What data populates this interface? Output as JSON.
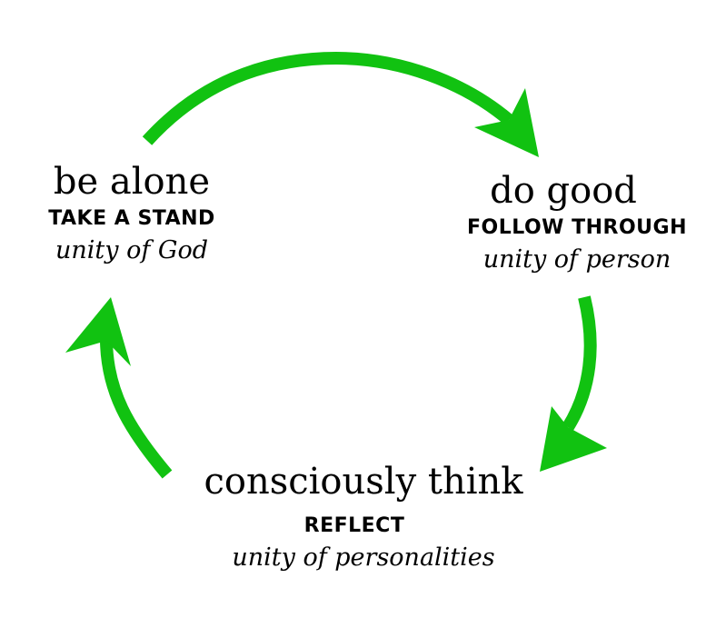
{
  "diagram": {
    "arrow_color": "#11c211",
    "text_color": "#000000",
    "background": "#ffffff",
    "nodes": [
      {
        "id": "be-alone",
        "main": "be alone",
        "action": "TAKE A STAND",
        "unity": "unity of God"
      },
      {
        "id": "do-good",
        "main": "do good",
        "action": "FOLLOW THROUGH",
        "unity": "unity of person"
      },
      {
        "id": "consciously-think",
        "main": "consciously think",
        "action": "REFLECT",
        "unity": "unity of personalities"
      }
    ],
    "edges": [
      {
        "from": "be-alone",
        "to": "do-good"
      },
      {
        "from": "do-good",
        "to": "consciously-think"
      },
      {
        "from": "consciously-think",
        "to": "be-alone"
      }
    ]
  }
}
